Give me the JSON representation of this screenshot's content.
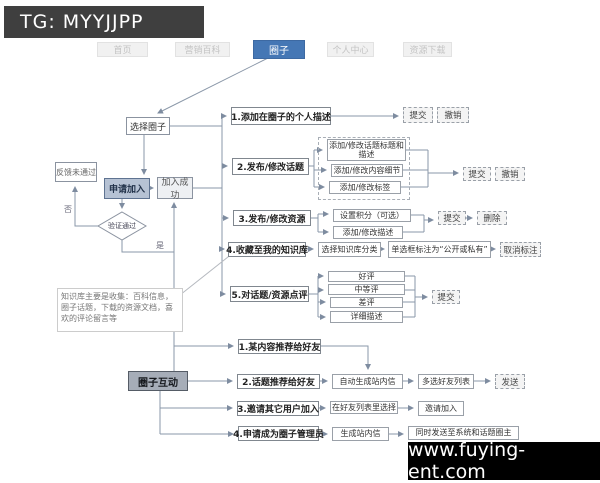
{
  "header": {
    "title": "TG: MYYJJPP"
  },
  "footer": {
    "url": "www.fuying-ent.com"
  },
  "colors": {
    "accent_blue": "#4577b5",
    "apply_node_fill": "#b6c2d4",
    "hub_grey": "#a6adb8",
    "connector": "#7e8ca0",
    "header_bg": "#3f3f3f",
    "footer_bg": "#000000"
  },
  "nav": {
    "active": "圈子",
    "items": [
      {
        "label": "首页"
      },
      {
        "label": "营销百科"
      },
      {
        "label": "圈子"
      },
      {
        "label": "个人中心"
      },
      {
        "label": "资源下载"
      }
    ]
  },
  "join_flow": {
    "select_circle": "选择圈子",
    "apply_join": "申请加入",
    "join_success": "加入成功",
    "verify_decision": "验证通过",
    "feedback_fail": "反馈未通过",
    "no_label": "否",
    "yes_label": "是"
  },
  "note": "知识库主要是收集：百科信息，圈子话题，下载的资源文档，喜欢的评论留言等",
  "member_actions": {
    "row1": {
      "title": "1.添加在圈子的个人描述",
      "submit": "提交",
      "cancel": "撤销"
    },
    "row2": {
      "title": "2.发布/修改话题",
      "steps": [
        "添加/修改话题标题和描述",
        "添加/修改内容细节",
        "添加/修改标签"
      ],
      "submit": "提交",
      "cancel": "撤销"
    },
    "row3": {
      "title": "3.发布/修改资源",
      "steps": [
        "设置积分（可选）",
        "添加/修改描述"
      ],
      "submit": "提交",
      "delete": "删除"
    },
    "row4": {
      "title": "4.收藏至我的知识库",
      "steps": [
        "选择知识库分类",
        "单选框标注为“公开或私有”"
      ],
      "cancel_mark": "取消标注"
    },
    "row5": {
      "title": "5.对话题/资源点评",
      "options": [
        "好评",
        "中等评",
        "差评",
        "详细描述"
      ],
      "submit": "提交"
    }
  },
  "interaction": {
    "hub": "圈子互动",
    "row1": {
      "title": "1.某内容推荐给好友"
    },
    "row2": {
      "title": "2.话题推荐给好友",
      "steps": [
        "自动生成站内信",
        "多选好友列表"
      ],
      "send": "发送"
    },
    "row3": {
      "title": "3.邀请其它用户加入",
      "steps": [
        "在好友列表里选择",
        "邀请加入"
      ]
    },
    "row4": {
      "title": "4.申请成为圈子管理员",
      "steps": [
        "生成站内信",
        "同时发送至系统和话题圈主"
      ]
    }
  }
}
